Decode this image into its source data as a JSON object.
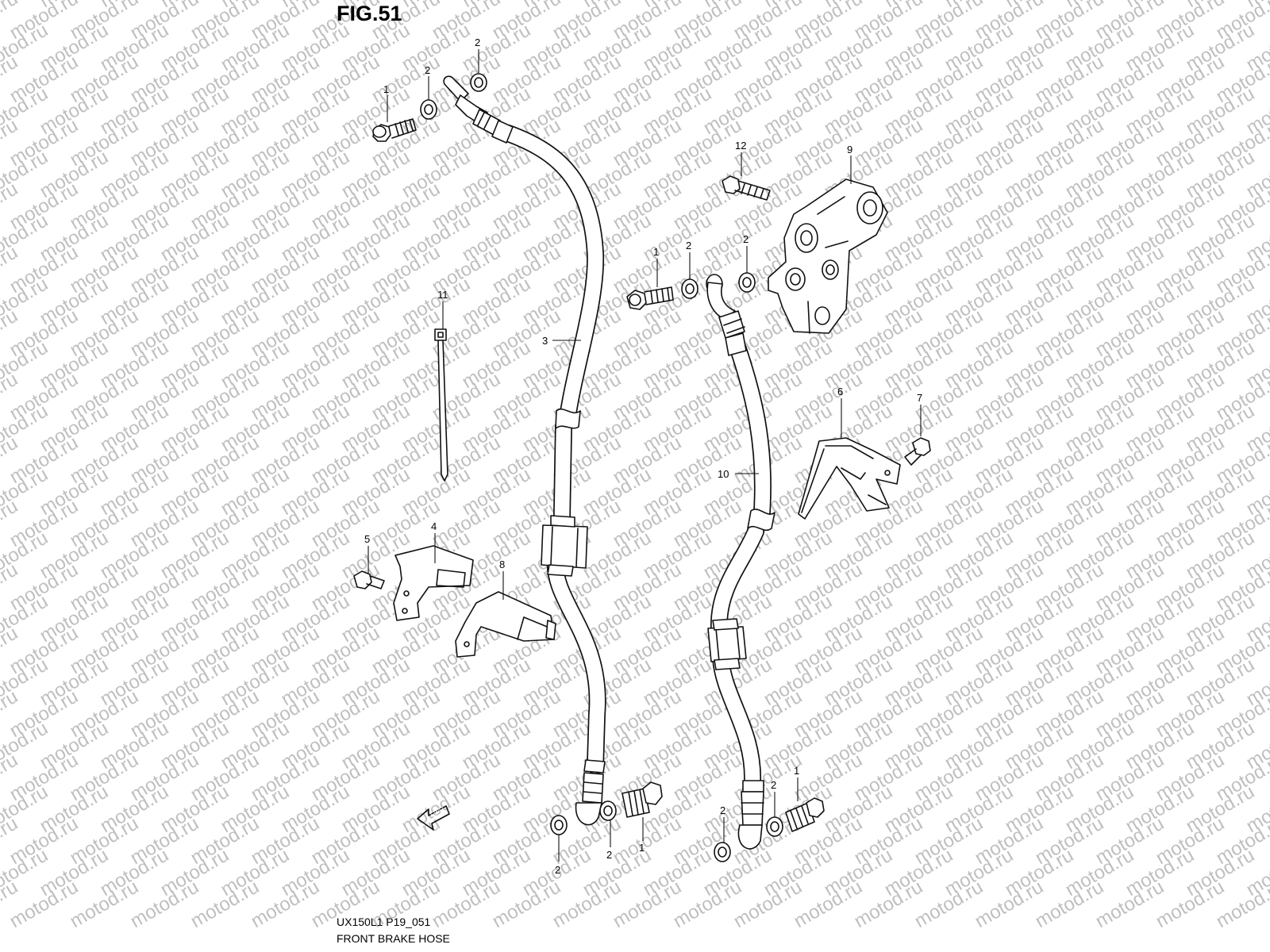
{
  "figure": {
    "number": "FIG.51",
    "code": "UX150L1 P19_051",
    "title": "FRONT BRAKE HOSE",
    "watermark": "motod.ru",
    "fwd_arrow": "FWD"
  },
  "callouts": [
    "1",
    "2",
    "2",
    "3",
    "11",
    "4",
    "5",
    "8",
    "2",
    "2",
    "1",
    "12",
    "9",
    "1",
    "2",
    "2",
    "6",
    "7",
    "10",
    "2",
    "2",
    "1"
  ],
  "colors": {
    "line": "#111111",
    "watermark": "#bfbfbf",
    "background": "#ffffff"
  }
}
